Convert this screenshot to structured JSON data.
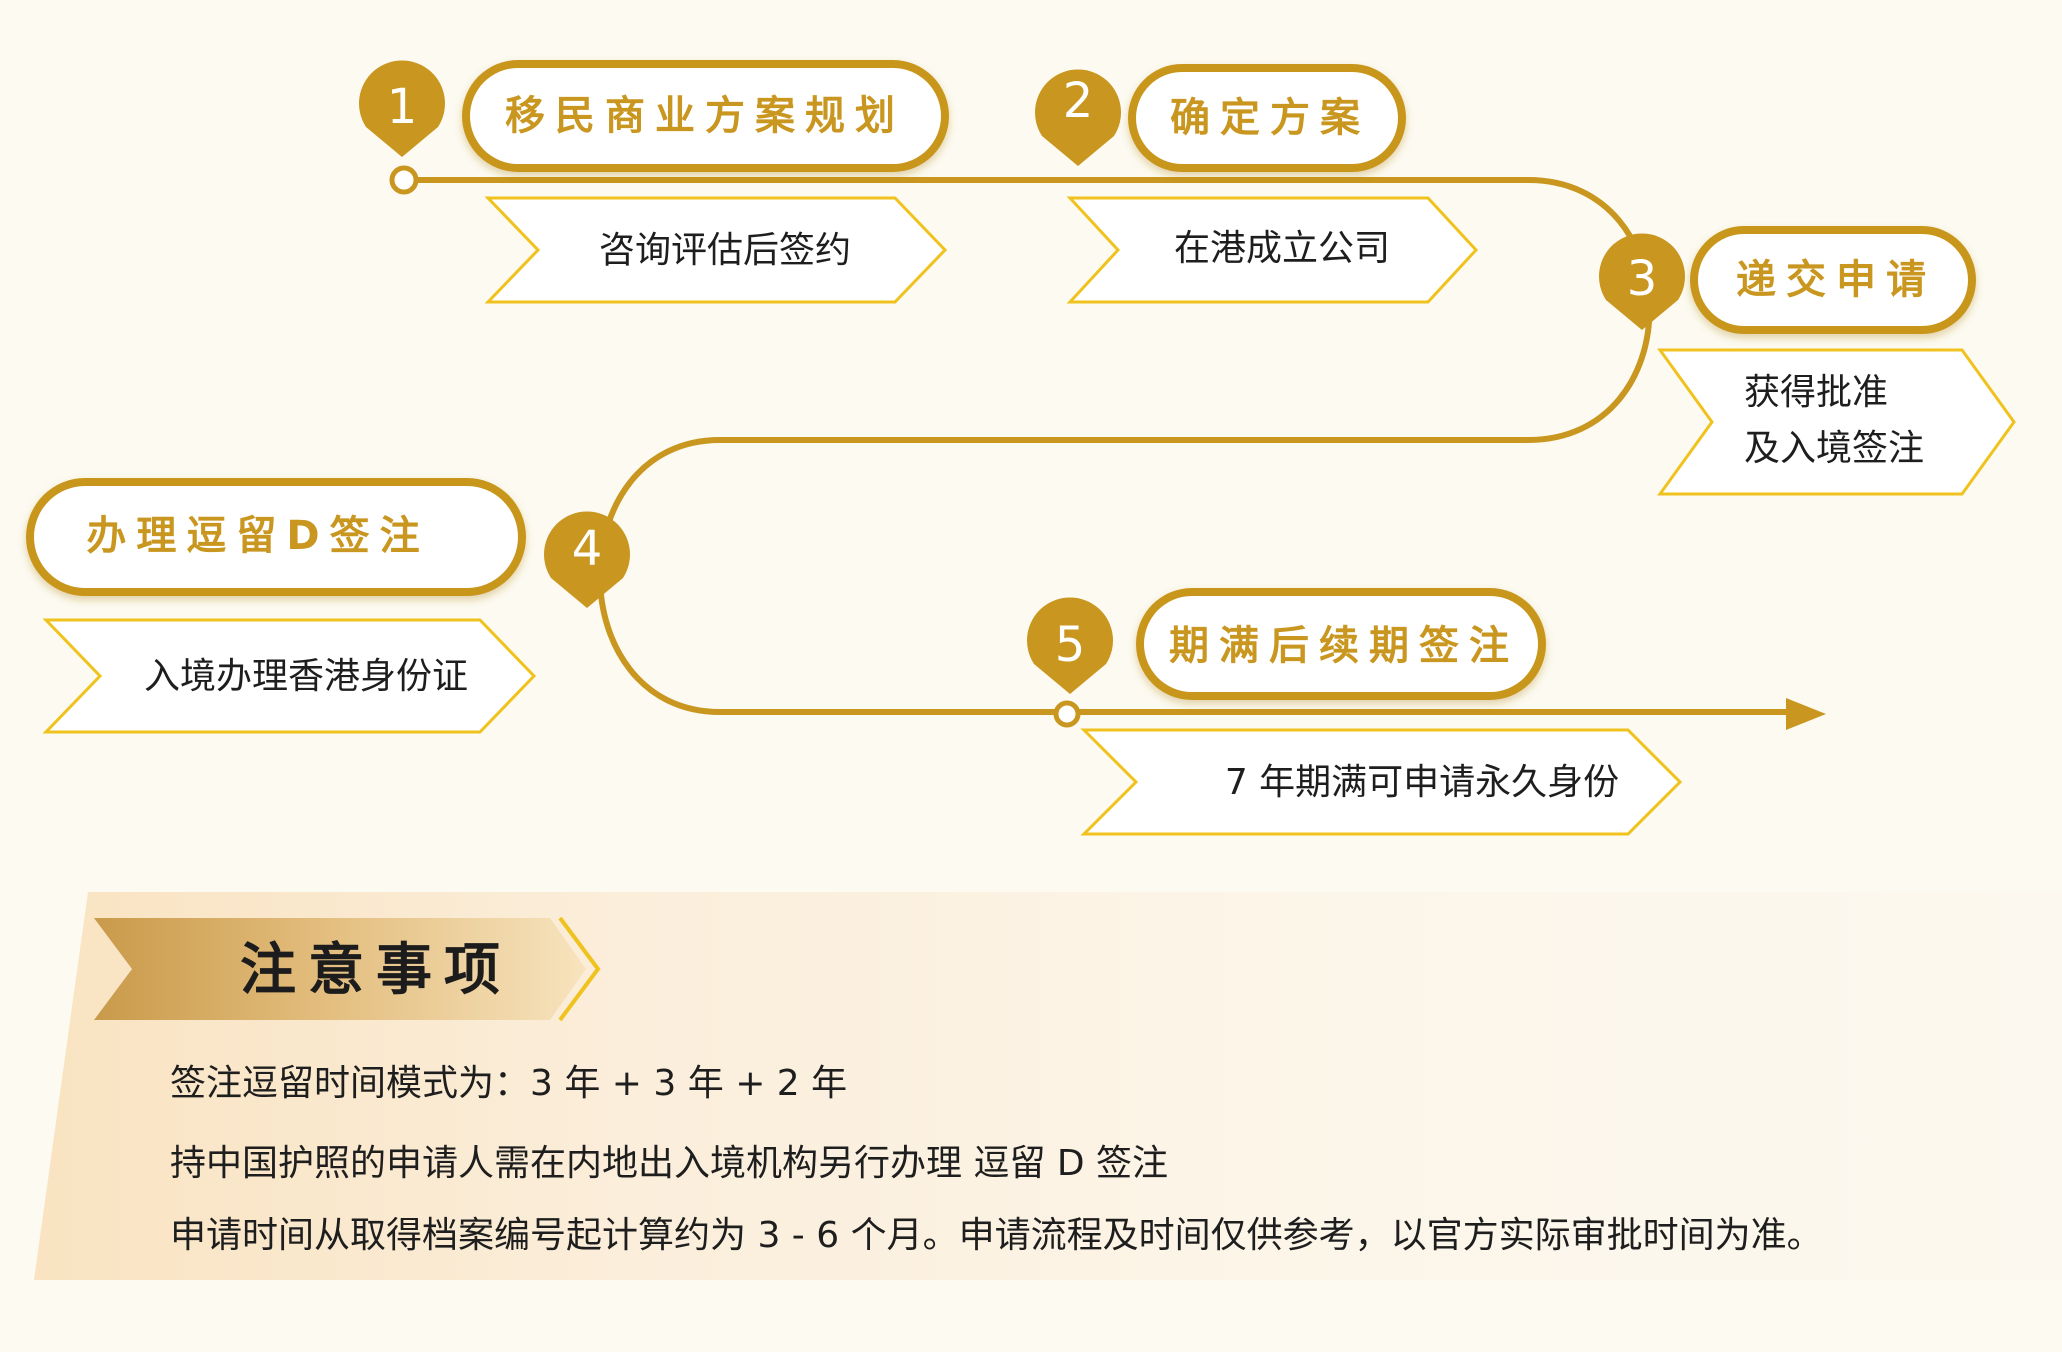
{
  "steps": [
    {
      "number": "1",
      "title": "移民商业方案规划",
      "desc": "咨询评估后签约"
    },
    {
      "number": "2",
      "title": "确定方案",
      "desc": "在港成立公司"
    },
    {
      "number": "3",
      "title": "递交申请",
      "desc_line1": "获得批准",
      "desc_line2": "及入境签注"
    },
    {
      "number": "4",
      "title": "办理逗留D签注",
      "desc": "入境办理香港身份证"
    },
    {
      "number": "5",
      "title": "期满后续期签注",
      "desc": "7 年期满可申请永久身份"
    }
  ],
  "notes": {
    "title": "注意事项",
    "items": [
      "签注逗留时间模式为：3 年 + 3 年 + 2 年",
      "持中国护照的申请人需在内地出入境机构另行办理 逗留 D 签注",
      "申请时间从取得档案编号起计算约为 3 - 6 个月。申请流程及时间仅供参考，以官方实际审批时间为准。"
    ]
  },
  "colors": {
    "gold": "#c9961f",
    "accent_yellow": "#f0c21e",
    "path": "#c9961f",
    "background": "#fcfaf1"
  }
}
